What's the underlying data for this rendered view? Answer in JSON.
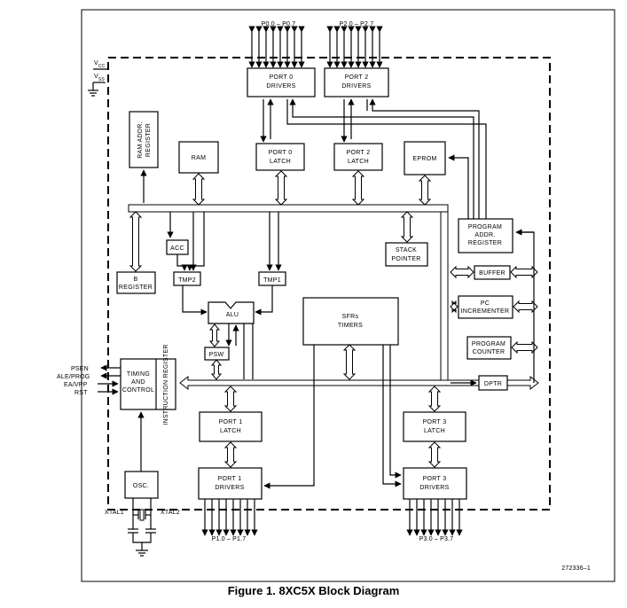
{
  "diagram": {
    "vcc": "V",
    "vcc_sub": "CC",
    "vss": "V",
    "vss_sub": "SS",
    "p0_pins": "P0.0 – P0.7",
    "p2_pins": "P2.0 – P2.7",
    "p1_pins": "P1.0 – P1.7",
    "p3_pins": "P3.0 – P3.7",
    "port0_drivers": [
      "PORT 0",
      "DRIVERS"
    ],
    "port2_drivers": [
      "PORT 2",
      "DRIVERS"
    ],
    "ram_addr_register": [
      "RAM ADDR.",
      "REGISTER"
    ],
    "ram": "RAM",
    "port0_latch": [
      "PORT 0",
      "LATCH"
    ],
    "port2_latch": [
      "PORT 2",
      "LATCH"
    ],
    "eprom": "EPROM",
    "program_addr_register": [
      "PROGRAM",
      "ADDR.",
      "REGISTER"
    ],
    "acc": "ACC",
    "stack_pointer": [
      "STACK",
      "POINTER"
    ],
    "b_register": [
      "B",
      "REGISTER"
    ],
    "tmp2": "TMP2",
    "tmp1": "TMP1",
    "buffer": "BUFFER",
    "alu": "ALU",
    "sfrs_timers": [
      "SFRs",
      "TIMERS"
    ],
    "pc_incrementer": [
      "PC",
      "INCREMENTER"
    ],
    "psw": "PSW",
    "program_counter": [
      "PROGRAM",
      "COUNTER"
    ],
    "timing_control": [
      "TIMING",
      "AND",
      "CONTROL"
    ],
    "instruction_register": "INSTRUCTION REGISTER",
    "dptr": "DPTR",
    "psen": "PSEN",
    "ale_prog": "ALE/PROG",
    "ea_vpp": "EA/VPP",
    "rst": "RST",
    "port1_latch": [
      "PORT 1",
      "LATCH"
    ],
    "port3_latch": [
      "PORT 3",
      "LATCH"
    ],
    "osc": "OSC.",
    "port1_drivers": [
      "PORT 1",
      "DRIVERS"
    ],
    "port3_drivers": [
      "PORT 3",
      "DRIVERS"
    ],
    "xtal1": "XTAL1",
    "xtal2": "XTAL2",
    "figure_number": "272336–1"
  },
  "caption": "Figure 1. 8XC5X Block Diagram"
}
